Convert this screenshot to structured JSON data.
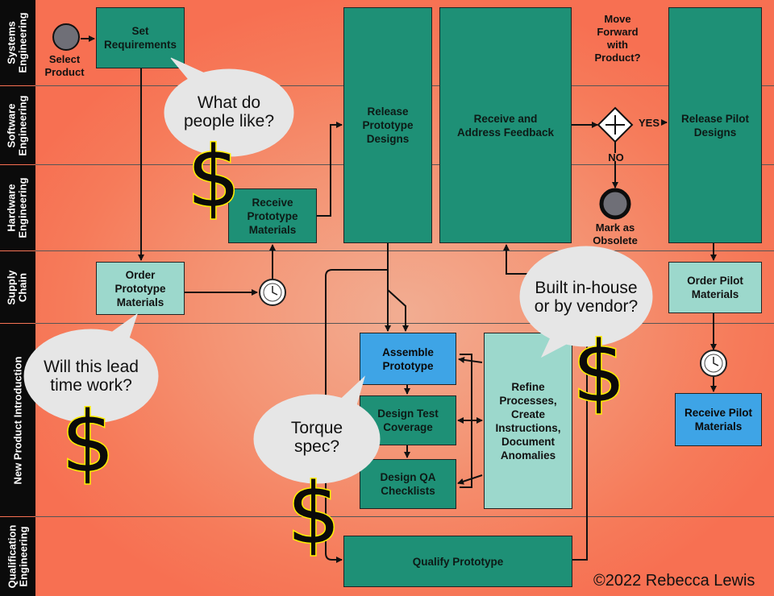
{
  "lanes": [
    "Systems\nEngineering",
    "Software\nEngineering",
    "Hardware\nEngineering",
    "Supply\nChain",
    "New Product Introduction",
    "Qualification\nEngineering"
  ],
  "nodes": {
    "start_label": "Select\nProduct",
    "set_requirements": "Set\nRequirements",
    "receive_prototype_materials": "Receive\nPrototype\nMaterials",
    "order_prototype_materials": "Order\nPrototype\nMaterials",
    "release_prototype_designs": "Release\nPrototype\nDesigns",
    "receive_address_feedback": "Receive and\nAddress Feedback",
    "move_forward_question": "Move\nForward\nwith\nProduct?",
    "yes_label": "YES",
    "no_label": "NO",
    "mark_obsolete": "Mark as\nObsolete",
    "release_pilot_designs": "Release Pilot\nDesigns",
    "order_pilot_materials": "Order Pilot\nMaterials",
    "receive_pilot_materials": "Receive Pilot\nMaterials",
    "assemble_prototype": "Assemble\nPrototype",
    "design_test_coverage": "Design Test\nCoverage",
    "design_qa_checklists": "Design QA\nChecklists",
    "refine_processes": "Refine\nProcesses,\nCreate\nInstructions,\nDocument\nAnomalies",
    "qualify_prototype": "Qualify Prototype"
  },
  "callouts": {
    "what_do_people_like": "What do\npeople like?",
    "lead_time": "Will this lead\ntime work?",
    "torque_spec": "Torque\nspec?",
    "built_in_house": "Built in-house\nor by vendor?"
  },
  "dollar_symbol": "$",
  "copyright": "©2022 Rebecca Lewis",
  "colors": {
    "process_dark": "#1e9076",
    "process_light": "#9cd8cc",
    "process_blue": "#3ea4e6",
    "lane_header": "#0b0b0b",
    "dollar_outline": "#ffef00"
  }
}
